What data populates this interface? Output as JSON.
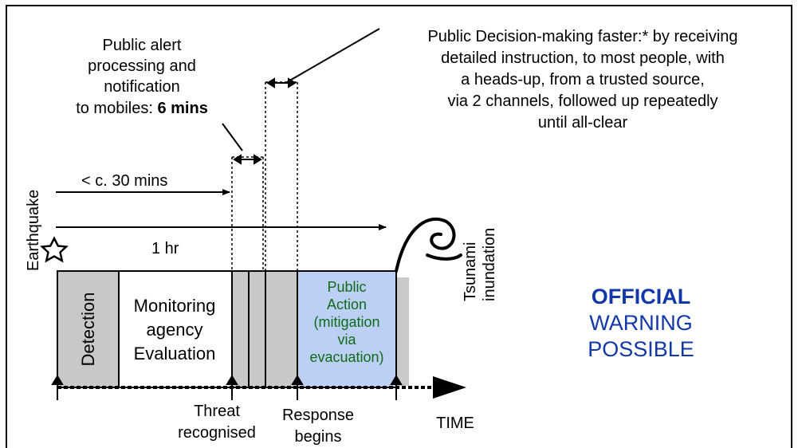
{
  "event_label": "Earthquake",
  "alert_note": {
    "line1": "Public alert",
    "line2": "processing and",
    "line3": "notification",
    "line4_prefix": "to mobiles: ",
    "line4_bold": "6 mins"
  },
  "decision_note": {
    "lines": [
      "Public Decision-making faster:* by receiving",
      "detailed instruction, to most people, with",
      "a heads-up, from a trusted source,",
      "via 2 channels, followed up repeatedly",
      "until all-clear"
    ]
  },
  "duration_30": "< c. 30 mins",
  "duration_1hr": "1 hr",
  "tsunami_label": {
    "line1": "Tsunami",
    "line2": "inundation"
  },
  "phases": {
    "detection": "Detection",
    "monitoring": [
      "Monitoring",
      "agency",
      "Evaluation"
    ],
    "public_action": [
      "Public",
      "Action",
      "(mitigation",
      "via",
      "evacuation)"
    ]
  },
  "milestones": {
    "threat": [
      "Threat",
      "recognised"
    ],
    "response": [
      "Response",
      "begins"
    ],
    "time": "TIME"
  },
  "official": [
    "OFFICIAL",
    "WARNING",
    "POSSIBLE"
  ],
  "colors": {
    "grey_box": "#c8c8c8",
    "public_action_fill": "#bcd0f5",
    "public_action_text": "#0f6b1a",
    "official_text": "#1238a8",
    "shadow": "#c9c9c9"
  }
}
